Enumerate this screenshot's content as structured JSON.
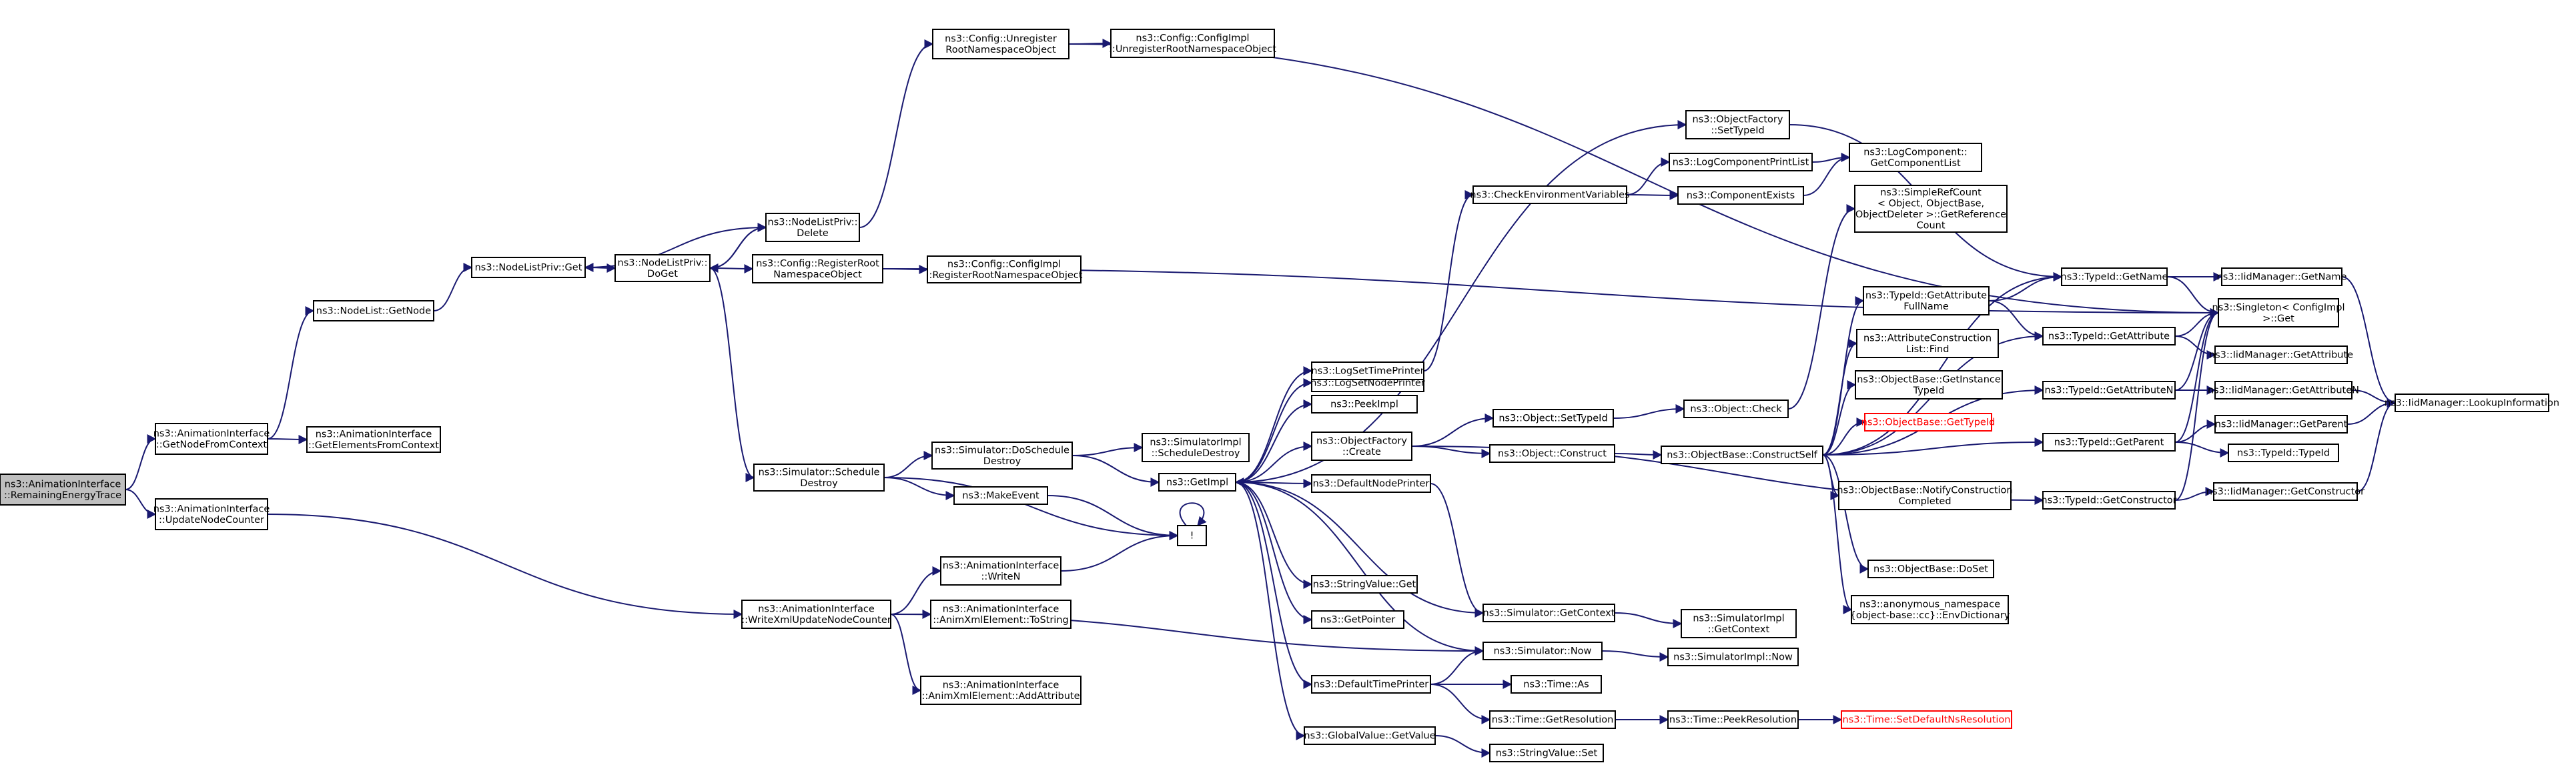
{
  "nodes": [
    {
      "id": "root",
      "lines": [
        "ns3::AnimationInterface",
        "::RemainingEnergyTrace"
      ],
      "root": true
    },
    {
      "id": "getNodeFromContext",
      "lines": [
        "ns3::AnimationInterface",
        "::GetNodeFromContext"
      ]
    },
    {
      "id": "updateNodeCounter",
      "lines": [
        "ns3::AnimationInterface",
        "::UpdateNodeCounter"
      ]
    },
    {
      "id": "nodeListGetNode",
      "lines": [
        "ns3::NodeList::GetNode"
      ]
    },
    {
      "id": "getElementsFromContext",
      "lines": [
        "ns3::AnimationInterface",
        "::GetElementsFromContext"
      ]
    },
    {
      "id": "nodeListPrivGet",
      "lines": [
        "ns3::NodeListPriv::Get"
      ]
    },
    {
      "id": "nodeListPrivDoGet",
      "lines": [
        "ns3::NodeListPriv::",
        "DoGet"
      ]
    },
    {
      "id": "nodeListPrivDelete",
      "lines": [
        "ns3::NodeListPriv::",
        "Delete"
      ]
    },
    {
      "id": "configUnregister",
      "lines": [
        "ns3::Config::Unregister",
        "RootNamespaceObject"
      ]
    },
    {
      "id": "configImplUnregister",
      "lines": [
        "ns3::Config::ConfigImpl",
        "::UnregisterRootNamespaceObject"
      ]
    },
    {
      "id": "configRegister",
      "lines": [
        "ns3::Config::RegisterRoot",
        "NamespaceObject"
      ]
    },
    {
      "id": "configImplRegister",
      "lines": [
        "ns3::Config::ConfigImpl",
        "::RegisterRootNamespaceObject"
      ]
    },
    {
      "id": "simScheduleDestroy",
      "lines": [
        "ns3::Simulator::Schedule",
        "Destroy"
      ]
    },
    {
      "id": "simDoScheduleDestroy",
      "lines": [
        "ns3::Simulator::DoSchedule",
        "Destroy"
      ]
    },
    {
      "id": "simImplScheduleDestroy",
      "lines": [
        "ns3::SimulatorImpl",
        "::ScheduleDestroy"
      ]
    },
    {
      "id": "makeEvent",
      "lines": [
        "ns3::MakeEvent"
      ]
    },
    {
      "id": "getImpl",
      "lines": [
        "ns3::GetImpl"
      ]
    },
    {
      "id": "bang",
      "lines": [
        "!"
      ]
    },
    {
      "id": "writeN",
      "lines": [
        "ns3::AnimationInterface",
        "::WriteN"
      ]
    },
    {
      "id": "writeXmlUpdateNodeCounter",
      "lines": [
        "ns3::AnimationInterface",
        "::WriteXmlUpdateNodeCounter"
      ]
    },
    {
      "id": "animXmlToString",
      "lines": [
        "ns3::AnimationInterface",
        "::AnimXmlElement::ToString"
      ]
    },
    {
      "id": "animXmlAddAttribute",
      "lines": [
        "ns3::AnimationInterface",
        "::AnimXmlElement::AddAttribute"
      ]
    },
    {
      "id": "logSetNodePrinter",
      "lines": [
        "ns3::LogSetNodePrinter"
      ]
    },
    {
      "id": "logSetTimePrinter",
      "lines": [
        "ns3::LogSetTimePrinter"
      ]
    },
    {
      "id": "peekImpl",
      "lines": [
        "ns3::PeekImpl"
      ]
    },
    {
      "id": "objectFactoryCreate",
      "lines": [
        "ns3::ObjectFactory",
        "::Create"
      ]
    },
    {
      "id": "defaultNodePrinter",
      "lines": [
        "ns3::DefaultNodePrinter"
      ]
    },
    {
      "id": "stringValueGet",
      "lines": [
        "ns3::StringValue::Get"
      ]
    },
    {
      "id": "getPointer",
      "lines": [
        "ns3::GetPointer"
      ]
    },
    {
      "id": "defaultTimePrinter",
      "lines": [
        "ns3::DefaultTimePrinter"
      ]
    },
    {
      "id": "globalValueGetValue",
      "lines": [
        "ns3::GlobalValue::GetValue"
      ]
    },
    {
      "id": "stringValueSet",
      "lines": [
        "ns3::StringValue::Set"
      ]
    },
    {
      "id": "checkEnv",
      "lines": [
        "ns3::CheckEnvironmentVariables"
      ]
    },
    {
      "id": "objectFactorySetTypeId",
      "lines": [
        "ns3::ObjectFactory",
        "::SetTypeId"
      ]
    },
    {
      "id": "logComponentPrintList",
      "lines": [
        "ns3::LogComponentPrintList"
      ]
    },
    {
      "id": "componentExists",
      "lines": [
        "ns3::ComponentExists"
      ]
    },
    {
      "id": "logComponentGetList",
      "lines": [
        "ns3::LogComponent::",
        "GetComponentList"
      ]
    },
    {
      "id": "objectSetTypeId",
      "lines": [
        "ns3::Object::SetTypeId"
      ]
    },
    {
      "id": "objectConstruct",
      "lines": [
        "ns3::Object::Construct"
      ]
    },
    {
      "id": "objectCheck",
      "lines": [
        "ns3::Object::Check"
      ]
    },
    {
      "id": "objectBaseConstructSelf",
      "lines": [
        "ns3::ObjectBase::ConstructSelf"
      ]
    },
    {
      "id": "simpleRefCount",
      "lines": [
        "ns3::SimpleRefCount",
        "< Object, ObjectBase,",
        "ObjectDeleter >::GetReference",
        "Count"
      ]
    },
    {
      "id": "typeIdGetAttributeFullName",
      "lines": [
        "ns3::TypeId::GetAttribute",
        "FullName"
      ]
    },
    {
      "id": "attrConstructionListFind",
      "lines": [
        "ns3::AttributeConstruction",
        "List::Find"
      ]
    },
    {
      "id": "objectBaseGetInstanceTypeId",
      "lines": [
        "ns3::ObjectBase::GetInstance",
        "TypeId"
      ]
    },
    {
      "id": "objectBaseGetTypeId",
      "lines": [
        "ns3::ObjectBase::GetTypeId"
      ],
      "red": true
    },
    {
      "id": "objectBaseNotifyConstructionCompleted",
      "lines": [
        "ns3::ObjectBase::NotifyConstruction",
        "Completed"
      ]
    },
    {
      "id": "objectBaseDoSet",
      "lines": [
        "ns3::ObjectBase::DoSet"
      ]
    },
    {
      "id": "anonEnvDictionary",
      "lines": [
        "ns3::anonymous_namespace",
        "{object-base::cc}::EnvDictionary"
      ]
    },
    {
      "id": "simGetContext",
      "lines": [
        "ns3::Simulator::GetContext"
      ]
    },
    {
      "id": "simImplGetContext",
      "lines": [
        "ns3::SimulatorImpl",
        "::GetContext"
      ]
    },
    {
      "id": "simNow",
      "lines": [
        "ns3::Simulator::Now"
      ]
    },
    {
      "id": "simImplNow",
      "lines": [
        "ns3::SimulatorImpl::Now"
      ]
    },
    {
      "id": "timeAs",
      "lines": [
        "ns3::Time::As"
      ]
    },
    {
      "id": "timeGetResolution",
      "lines": [
        "ns3::Time::GetResolution"
      ]
    },
    {
      "id": "timePeekResolution",
      "lines": [
        "ns3::Time::PeekResolution"
      ]
    },
    {
      "id": "timeSetDefaultNsResolution",
      "lines": [
        "ns3::Time::SetDefaultNsResolution"
      ],
      "red": true
    },
    {
      "id": "typeIdGetName",
      "lines": [
        "ns3::TypeId::GetName"
      ]
    },
    {
      "id": "typeIdGetAttribute",
      "lines": [
        "ns3::TypeId::GetAttribute"
      ]
    },
    {
      "id": "typeIdGetAttributeN",
      "lines": [
        "ns3::TypeId::GetAttributeN"
      ]
    },
    {
      "id": "typeIdGetParent",
      "lines": [
        "ns3::TypeId::GetParent"
      ]
    },
    {
      "id": "typeIdGetConstructor",
      "lines": [
        "ns3::TypeId::GetConstructor"
      ]
    },
    {
      "id": "typeIdTypeId",
      "lines": [
        "ns3::TypeId::TypeId"
      ]
    },
    {
      "id": "singletonGet",
      "lines": [
        "ns3::Singleton< ConfigImpl",
        ">::Get"
      ]
    },
    {
      "id": "iidGetName",
      "lines": [
        "ns3::IidManager::GetName"
      ]
    },
    {
      "id": "iidGetAttribute",
      "lines": [
        "ns3::IidManager::GetAttribute"
      ]
    },
    {
      "id": "iidGetAttributeN",
      "lines": [
        "ns3::IidManager::GetAttributeN"
      ]
    },
    {
      "id": "iidGetParent",
      "lines": [
        "ns3::IidManager::GetParent"
      ]
    },
    {
      "id": "iidGetConstructor",
      "lines": [
        "ns3::IidManager::GetConstructor"
      ]
    },
    {
      "id": "iidLookupInformation",
      "lines": [
        "ns3::IidManager::LookupInformation"
      ]
    }
  ]
}
